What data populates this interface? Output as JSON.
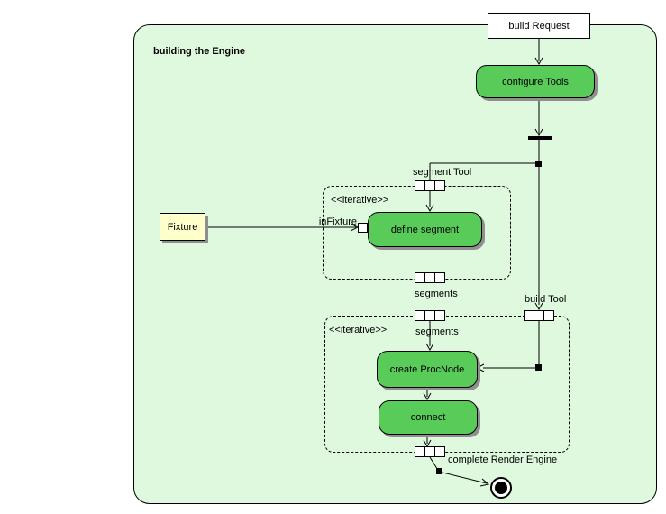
{
  "frame": {
    "title": "building the Engine"
  },
  "nodes": {
    "build_request": {
      "label": "build Request"
    },
    "configure_tools": {
      "label": "configure Tools"
    },
    "define_segment": {
      "label": "define segment"
    },
    "create_procnode": {
      "label": "create ProcNode"
    },
    "connect": {
      "label": "connect"
    },
    "fixture": {
      "label": "Fixture"
    }
  },
  "pins": {
    "in_fixture": {
      "label": "inFixture"
    }
  },
  "object_flows": {
    "segment_tool": {
      "label": "segment Tool"
    },
    "segments_out": {
      "label": "segments"
    },
    "segments_in": {
      "label": "segments"
    },
    "build_tool": {
      "label": "build Tool"
    },
    "complete_render_engine": {
      "label": "complete Render Engine"
    }
  },
  "regions": [
    {
      "stereotype": "<<iterative>>"
    },
    {
      "stereotype": "<<iterative>>"
    }
  ],
  "colors": {
    "canvas_background": "#ffffff",
    "frame_fill": "#dff9df",
    "activity_fill": "#58cb58",
    "object_fill": "#ffffcc",
    "border": "#000000",
    "shadow": "#8f8f8f"
  }
}
